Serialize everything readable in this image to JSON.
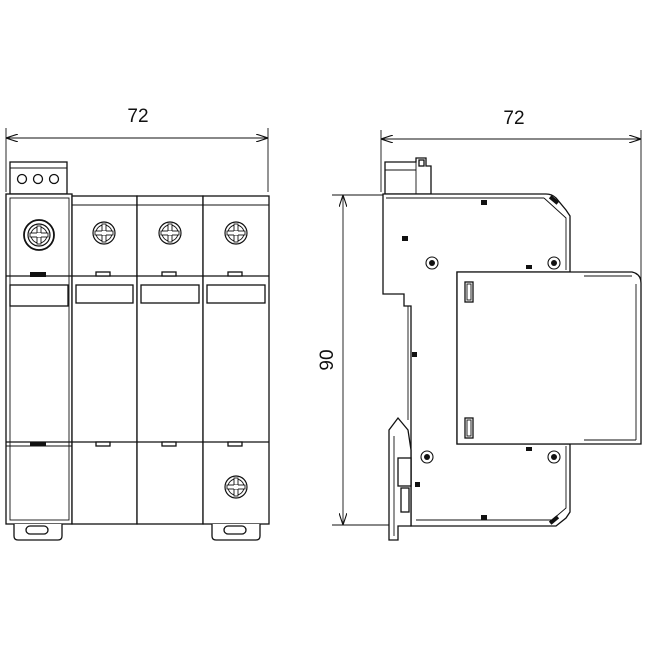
{
  "front_view": {
    "width_label": "72"
  },
  "side_view": {
    "depth_label": "72",
    "height_label": "90"
  }
}
